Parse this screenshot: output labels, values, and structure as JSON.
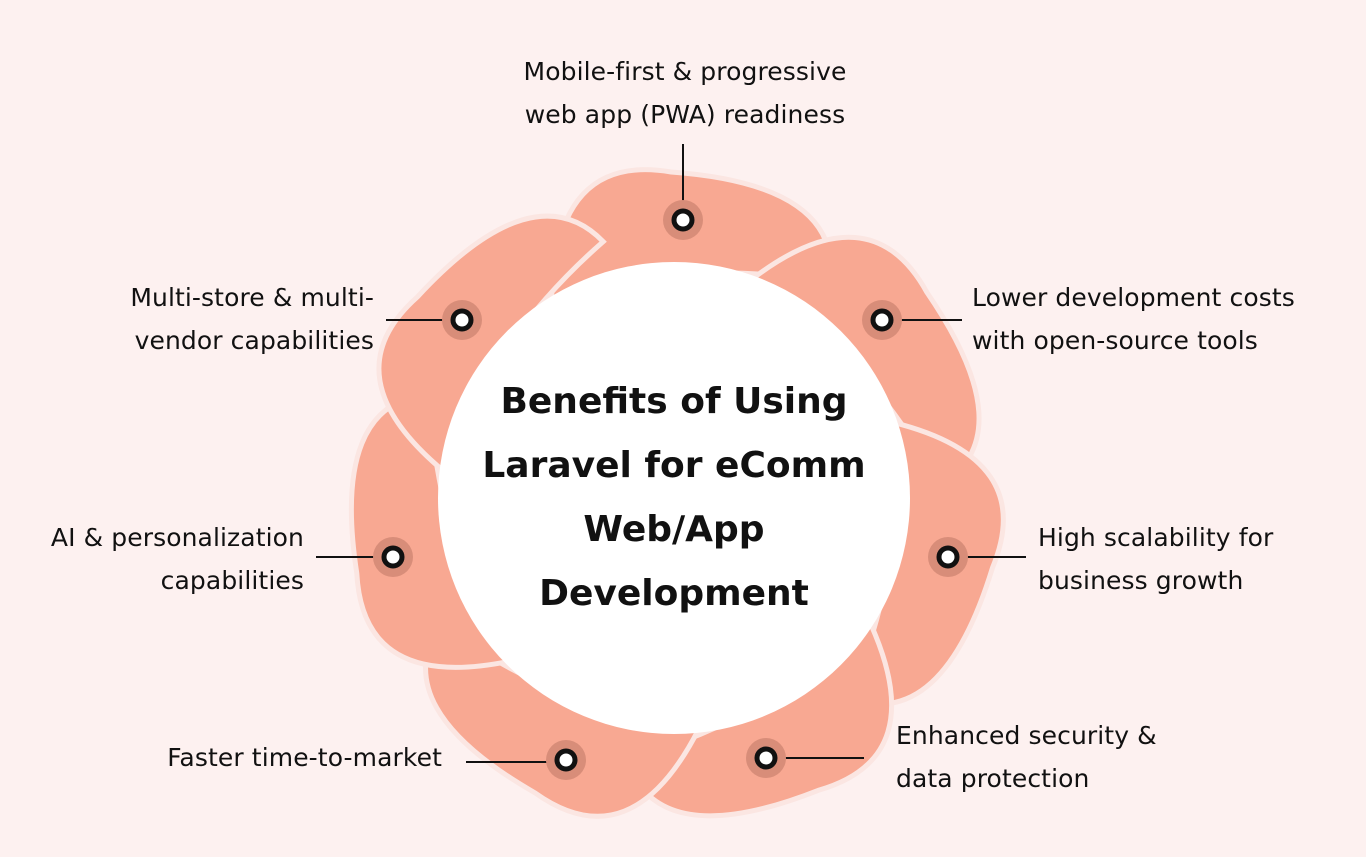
{
  "title": {
    "lines": [
      "Benefits of Using",
      "Laravel for eComm",
      "Web/App",
      "Development"
    ]
  },
  "benefits": [
    {
      "lines": [
        "Mobile-first & progressive",
        "web app (PWA) readiness"
      ]
    },
    {
      "lines": [
        "Lower development costs",
        "with open-source tools"
      ]
    },
    {
      "lines": [
        "High scalability for",
        "business growth"
      ]
    },
    {
      "lines": [
        "Enhanced security &",
        "data protection"
      ]
    },
    {
      "lines": [
        "Faster time-to-market"
      ]
    },
    {
      "lines": [
        "AI & personalization",
        "capabilities"
      ]
    },
    {
      "lines": [
        "Multi-store & multi-",
        "vendor capabilities"
      ]
    }
  ],
  "colors": {
    "background": "#fdf1f0",
    "petal": "#f8a892",
    "center": "#ffffff",
    "marker_halo": "#d88d79",
    "line": "#111111"
  }
}
